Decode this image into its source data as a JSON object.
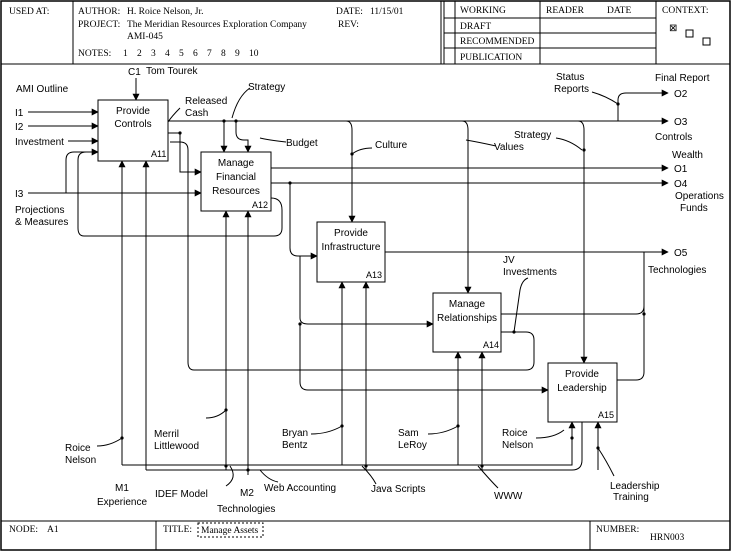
{
  "header": {
    "used_at_label": "USED AT:",
    "author_label": "AUTHOR:",
    "author": "H. Roice Nelson, Jr.",
    "date_label": "DATE:",
    "date": "11/15/01",
    "project_label": "PROJECT:",
    "project": "The Meridian Resources Exploration Company",
    "project_code": "AMI-045",
    "rev_label": "REV:",
    "notes_label": "NOTES:",
    "notes": [
      "1",
      "2",
      "3",
      "4",
      "5",
      "6",
      "7",
      "8",
      "9",
      "10"
    ],
    "status_items": [
      "WORKING",
      "DRAFT",
      "RECOMMENDED",
      "PUBLICATION"
    ],
    "reader_label": "READER",
    "reader_date_label": "DATE",
    "context_label": "CONTEXT:",
    "context_marker": "⊠"
  },
  "footer": {
    "node_label": "NODE:",
    "node": "A1",
    "title_label": "TITLE:",
    "title": "Manage Assets",
    "number_label": "NUMBER:",
    "number": "HRN003"
  },
  "activities": [
    {
      "id": "a11",
      "label_lines": [
        "Provide",
        "Controls"
      ],
      "code": "A11"
    },
    {
      "id": "a12",
      "label_lines": [
        "Manage",
        "Financial",
        "Resources"
      ],
      "code": "A12"
    },
    {
      "id": "a13",
      "label_lines": [
        "Provide",
        "Infrastructure"
      ],
      "code": "A13"
    },
    {
      "id": "a14",
      "label_lines": [
        "Manage",
        "Relationships"
      ],
      "code": "A14"
    },
    {
      "id": "a15",
      "label_lines": [
        "Provide",
        "Leadership"
      ],
      "code": "A15"
    }
  ],
  "labels": {
    "ami_outline": "AMI Outline",
    "c1": "C1",
    "c1_name": "Tom Tourek",
    "i1": "I1",
    "i2": "I2",
    "investment": "Investment",
    "i3": "I3",
    "projections_1": "Projections",
    "projections_2": "& Measures",
    "released_1": "Released",
    "released_2": "Cash",
    "strategy_top": "Strategy",
    "budget": "Budget",
    "culture": "Culture",
    "status_1": "Status",
    "status_2": "Reports",
    "final_report": "Final Report",
    "o2": "O2",
    "o3": "O3",
    "controls": "Controls",
    "strategy_values_1": "Strategy",
    "strategy_values_2": "Values",
    "wealth": "Wealth",
    "o1": "O1",
    "o4": "O4",
    "operations_1": "Operations",
    "operations_2": "Funds",
    "o5": "O5",
    "technologies_out": "Technologies",
    "jv_1": "JV",
    "jv_2": "Investments",
    "roice_left_1": "Roice",
    "roice_left_2": "Nelson",
    "merril_1": "Merril",
    "merril_2": "Littlewood",
    "bryan_1": "Bryan",
    "bryan_2": "Bentz",
    "sam_1": "Sam",
    "sam_2": "LeRoy",
    "roice_right_1": "Roice",
    "roice_right_2": "Nelson",
    "m1": "M1",
    "experience": "Experience",
    "idef_model": "IDEF Model",
    "m2": "M2",
    "technologies_mech": "Technologies",
    "web_accounting": "Web Accounting",
    "java_scripts": "Java Scripts",
    "www": "WWW",
    "leadership_1": "Leadership",
    "leadership_2": "Training"
  }
}
